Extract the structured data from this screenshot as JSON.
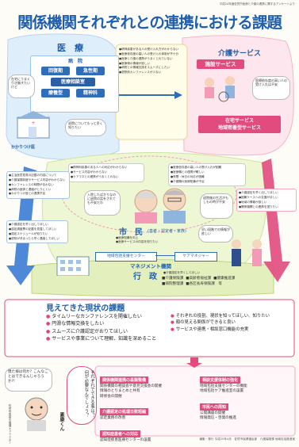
{
  "header": {
    "top_note": "平成24年度佐賀市医療と介護の連携に関するアンケートより",
    "title": "関係機関それぞれとの連携における課題"
  },
  "medical": {
    "title": "医　療",
    "hospital": "病　院",
    "wards": [
      "回復期",
      "急性期",
      "医療相談室",
      "療養型",
      "精神科"
    ],
    "family_doctor": "かかりつけ医",
    "cloud1": "在宅にうまく引き継ぎたいけど",
    "cloud2": "退院についてもっと早く知りたい"
  },
  "care": {
    "title": "介護サービス",
    "facility": "施設サービス",
    "home": "在宅サービス\n地域密着型サービス",
    "cloud1": "医療依存度の高い人の受け入れは不安"
  },
  "top_center_list": [
    "●精神疾患がある人の受け入れ方がわからない",
    "●医療依存度の高い人の受け入れ体制が不十分",
    "●医療と介護の連携がうまくとれていない",
    "●医療側の情報が欲しい",
    "●病院との情報交換をスムーズにしたい",
    "●退院前カンファレンスが少ない"
  ],
  "middle_left_list": [
    "●精神科疾患のある人への対応がわからない",
    "●サービス内容がわからない",
    "●ケアマネとの連携がうまくとれない"
  ],
  "middle_right_list": [
    "●医療依存度の高い人の受け入れが困難",
    "●医療職との連携が難しい",
    "●夜間・休日の対応が困難",
    "●介護職の医療知識が不足"
  ],
  "left_side_list": [
    "●主治医意見書の記載の内容について",
    "●介護保険制度やサービス内容がわからない",
    "●カンファレンスの時間が合わない",
    "●病院の医師と連絡がとりにくい",
    "●かかりつけ医との連携不足"
  ],
  "left_mid_list": [
    "●介護認定を早く出してほしい",
    "●認定調査票の記載を見直してほしい",
    "●認定スケジュールが知りたい",
    "●退院が決まったら早く連絡してほしい"
  ],
  "right_side_list": [
    "●介護認定を早く出してほしい",
    "●困難ケースへの支援がほしい",
    "●地域の情報が欲しい",
    "●関係機関との連携を図りたい"
  ],
  "citizens": {
    "title": "市　民",
    "sub": "(患者・認定者・家族)",
    "cloud_left": "入院したばかりなのに退院の話をされても不安だわ",
    "cloud_right": "退院後の生活がもしもの時が不安",
    "cloud_bottom": "早い段階での情報が欲しい",
    "items": [
      "●医療知識を向上",
      "●医療サービスの内容を知りたい"
    ]
  },
  "management": {
    "title": "マネジメント機関",
    "center": "地域包括支援センター",
    "care_manager": "ケアマネジャー",
    "note": "●介護認定を早くしてほしい"
  },
  "admin": {
    "title": "行　政",
    "items": [
      "■介護保険課",
      "■高齢者福祉課",
      "■健康推進課",
      "■病院整理課",
      "■各区長寿保険課　等"
    ]
  },
  "issues": {
    "title": "見えてきた現状の課題",
    "left": [
      "タイムリーなカンファレンスを開催したい",
      "円滑な情報交換をしたい",
      "スムーズに介護認定がおりてほしい",
      "サービスや事業について理解、知識を深めること"
    ],
    "right": [
      "それぞれの役割、現状を知ってほしい、知りたい",
      "顔の見える関係ができると良い",
      "サービスや連携・相談窓口機能の充実"
    ]
  },
  "mascot": {
    "speech": "僕た様は何か？こんなことはできるんじゃろうか?!",
    "name": "素康くん",
    "caption": "佐賀市長寿支援課キャラクター"
  },
  "center_bubble": "それぞれでできる事は？何が必要なんでしょう？",
  "solutions": {
    "left": [
      {
        "head": "関係機関連携の基盤整備",
        "text": "関係機関の相談会や意見交換会の開催\n情報のとりまとめと共有\n研修会の開催"
      },
      {
        "head": "介護認定の処理日数短縮",
        "text": "認定業務の改善"
      },
      {
        "head": "認知症患者への対応",
        "text": "認知症疾患医療センターの設置"
      }
    ],
    "right": [
      {
        "head": "相談支援体制の強化",
        "text": "地域包括支援センターの機能\n地域包括ケア推進室の設置"
      },
      {
        "head": "市民への周知",
        "text": "公開講座の開催\n情報発信・啓発の推進"
      }
    ]
  },
  "footer": "編集・発行 平成25年4月　佐賀市保健福祉部　介護保険課 地域包括推進室",
  "colors": {
    "title_blue": "#1f5fae",
    "medical_bg": "#dfeefb",
    "care_bg": "#fde6ee",
    "admin_bg": "#eaf3c8",
    "pink": "#e14b7d"
  }
}
